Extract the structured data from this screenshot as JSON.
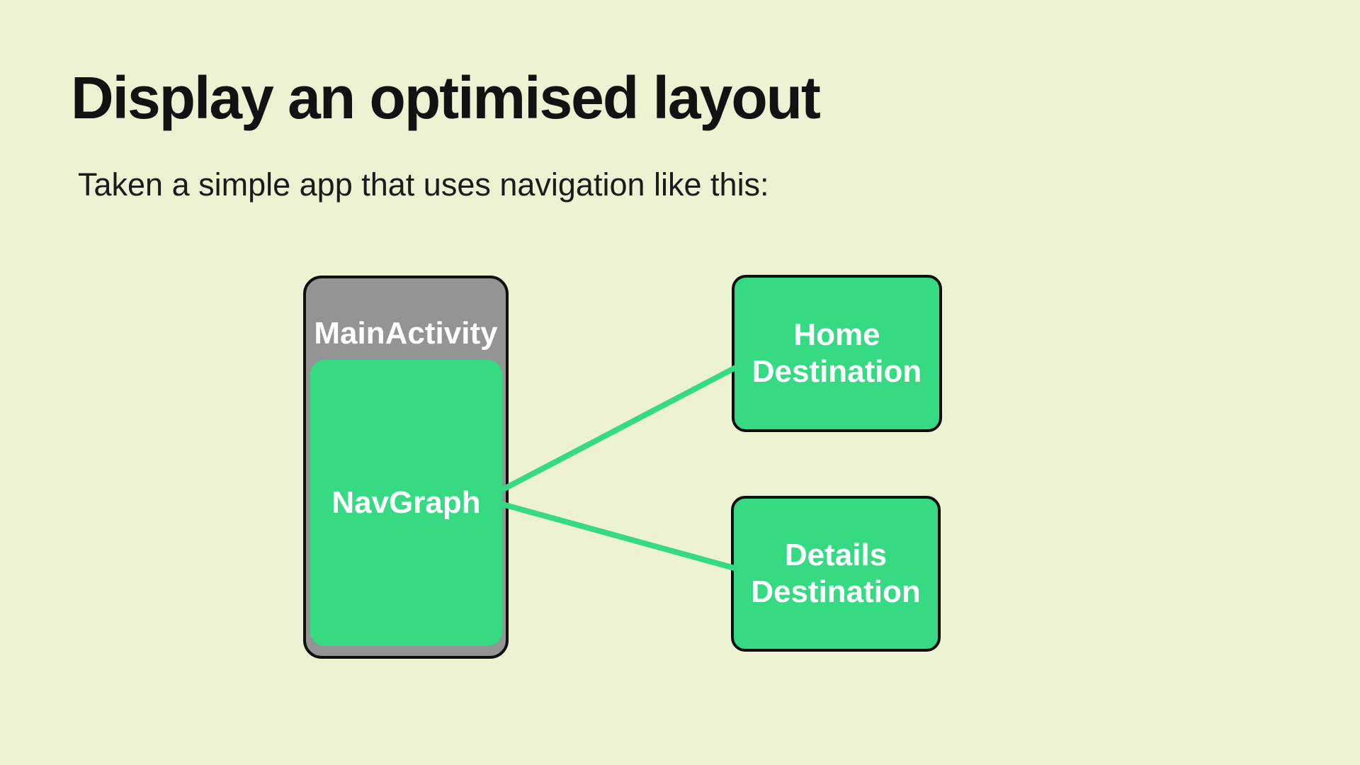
{
  "slide": {
    "title": "Display an optimised layout",
    "subtitle": "Taken a simple app that uses navigation like this:"
  },
  "diagram": {
    "main_activity": {
      "label": "MainActivity"
    },
    "nav_graph": {
      "label": "NavGraph"
    },
    "destinations": [
      {
        "id": "home",
        "label": "Home Destination"
      },
      {
        "id": "details",
        "label": "Details Destination"
      }
    ],
    "connections": [
      {
        "from": "NavGraph",
        "to": "Home Destination"
      },
      {
        "from": "NavGraph",
        "to": "Details Destination"
      }
    ],
    "colors": {
      "background": "#ECF2D2",
      "node_green": "#35DA83",
      "connector_green": "#35DA83",
      "activity_gray": "#949494",
      "outline_black": "#0F0F0F",
      "text_dark": "#121212",
      "text_white": "#FFFFFF"
    }
  }
}
